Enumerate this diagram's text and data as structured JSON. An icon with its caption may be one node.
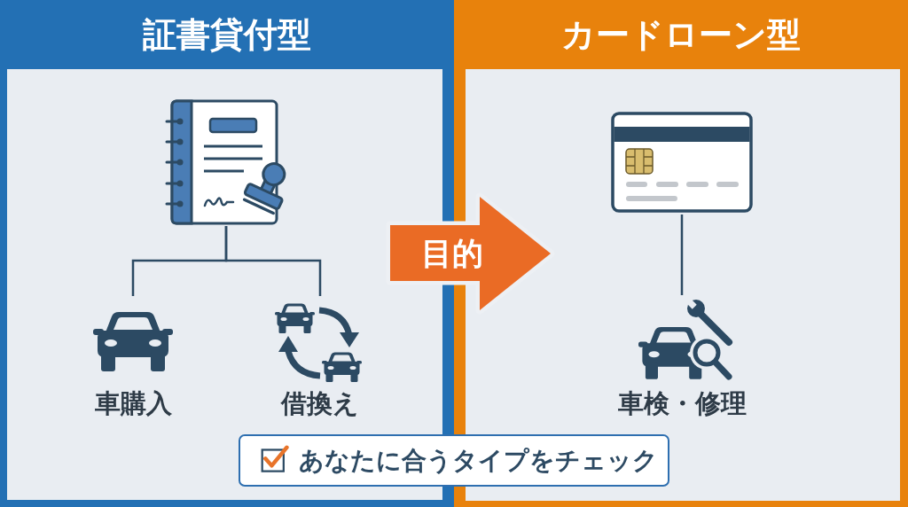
{
  "diagram": {
    "nodes": [
      {
        "text": [
          "証書貸付型"
        ]
      },
      {
        "text": [],
        "shape": "picture",
        "in": 0
      },
      {
        "text": [
          "車購入"
        ],
        "in": 0
      },
      {
        "text": [
          "借換え"
        ],
        "in": 0
      },
      {
        "text": [
          "目的"
        ]
      },
      {
        "text": [
          "カードローン型"
        ]
      },
      {
        "text": [],
        "shape": "picture",
        "in": 5
      },
      {
        "text": [
          "車検・修理"
        ],
        "in": 5
      },
      {
        "text": [
          "あなたに合うタイプをチェック"
        ]
      }
    ],
    "edges": [
      {
        "from": 1,
        "to": 2,
        "arrow": "none"
      },
      {
        "from": 1,
        "to": 3,
        "arrow": "none"
      },
      {
        "from": 6,
        "to": 7,
        "arrow": "none"
      }
    ]
  }
}
